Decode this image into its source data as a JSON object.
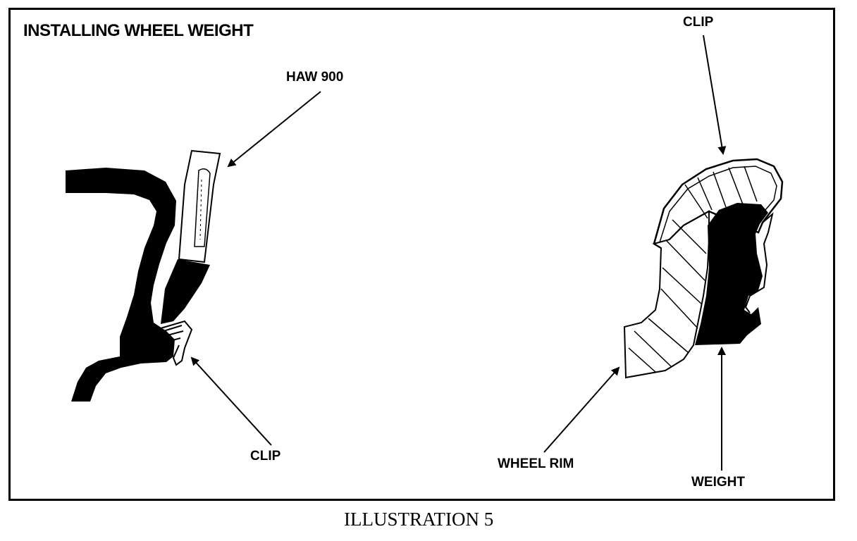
{
  "figure": {
    "title": "INSTALLING WHEEL WEIGHT",
    "caption": "ILLUSTRATION 5"
  },
  "labels": {
    "tool": "HAW 900",
    "clip_left": "CLIP",
    "clip_right": "CLIP",
    "wheel_rim": "WHEEL RIM",
    "weight": "WEIGHT"
  },
  "colors": {
    "ink": "#000000",
    "paper": "#ffffff"
  }
}
